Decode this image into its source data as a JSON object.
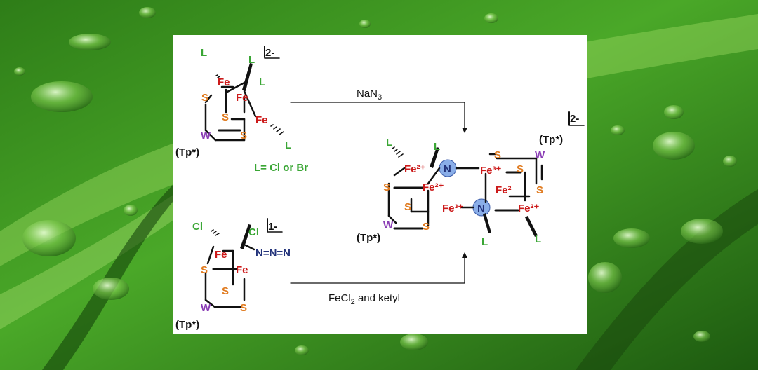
{
  "colors": {
    "leaf_dark": "#1f5e12",
    "leaf_mid": "#3f9a22",
    "leaf_light": "#8fd15a",
    "panel": "#ffffff",
    "fe": "#cc1a1a",
    "s": "#e07a1e",
    "w": "#8a3db5",
    "ligand": "#3aa635",
    "azide": "#22327a",
    "n_sphere": "#8aaee8",
    "bond": "#111111"
  },
  "scheme": {
    "labels": {
      "L": "L",
      "Fe": "Fe",
      "S": "S",
      "W": "W",
      "N": "N",
      "Cl": "Cl",
      "Tp": "(Tp*)",
      "charge_2": "2-",
      "charge_1": "1-",
      "L_def": "L= Cl or Br",
      "azide": "N=N=N",
      "Fe2": "Fe²⁺",
      "Fe3": "Fe³⁺",
      "Fe2b": "Fe²"
    },
    "reagent_top": {
      "main": "NaN",
      "sub": "3"
    },
    "reagent_bottom": {
      "pre": "FeCl",
      "sub": "2",
      "post": " and ketyl"
    }
  }
}
